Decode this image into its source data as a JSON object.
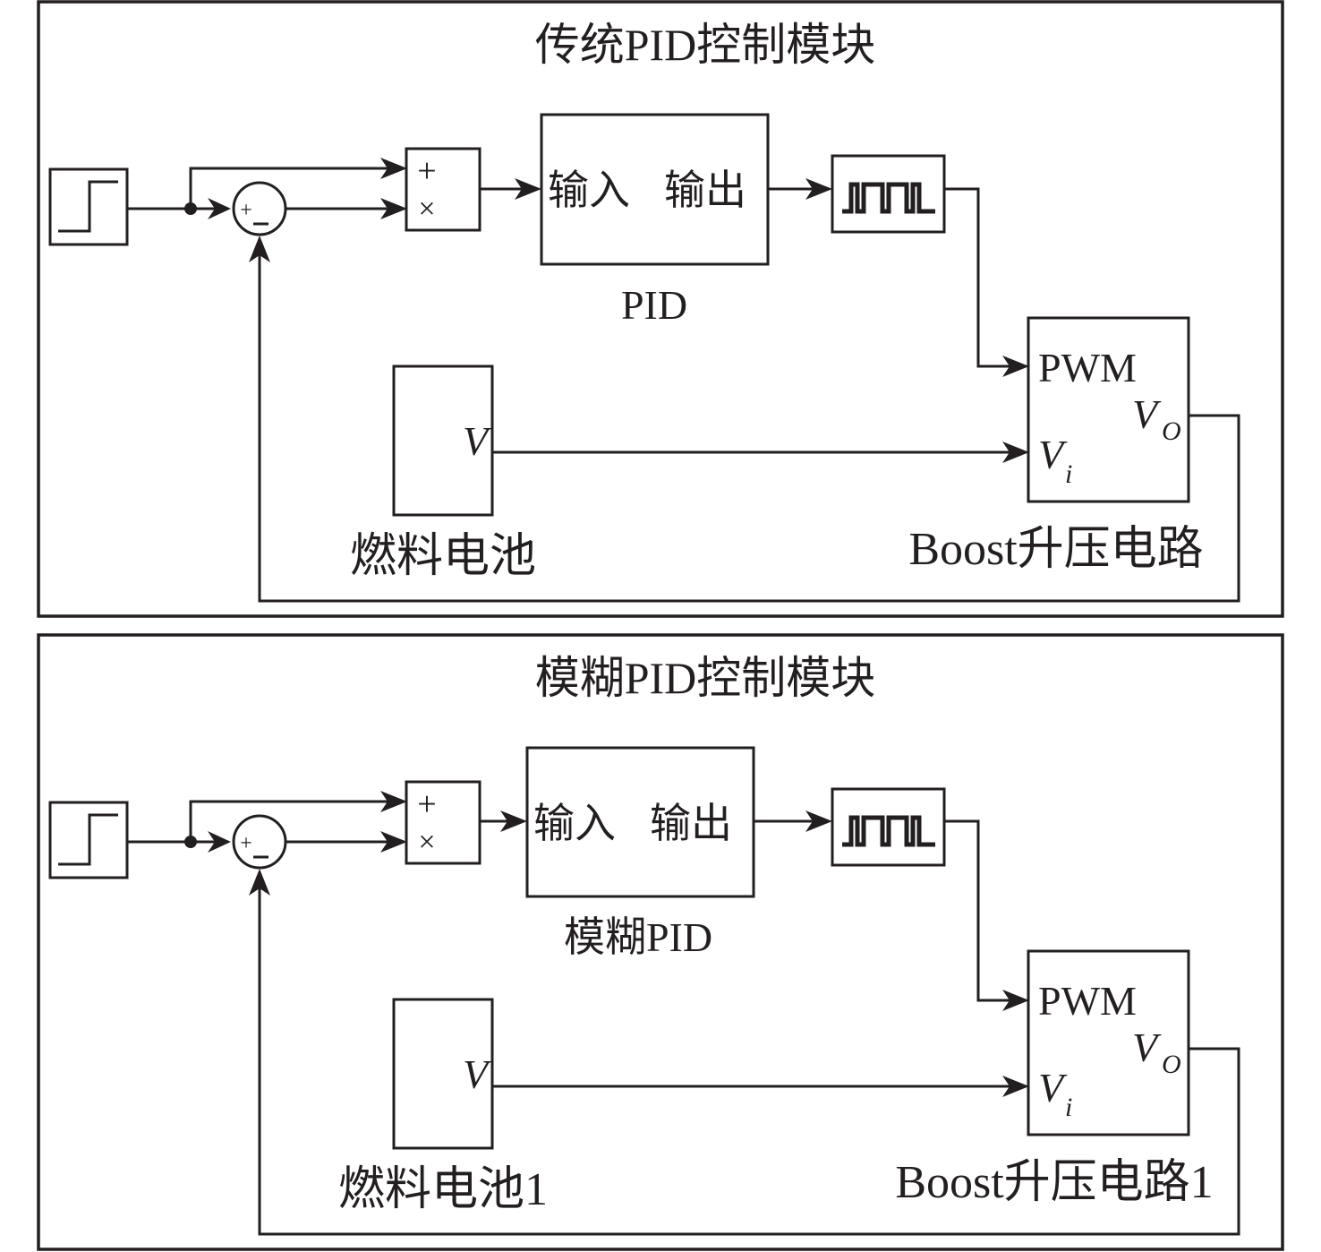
{
  "panels": [
    {
      "id": "traditional",
      "title": "传统PID控制模块",
      "step_block": {
        "icon": "step-icon"
      },
      "sum_block": {
        "plus": "+",
        "minus": "_"
      },
      "product_block": {
        "plus": "+",
        "times": "×"
      },
      "controller": {
        "in_label": "输入",
        "out_label": "输出",
        "caption": "PID"
      },
      "pwm_block": {
        "icon": "pulse-generator-icon"
      },
      "fuel_cell": {
        "port": "V",
        "caption": "燃料电池"
      },
      "boost": {
        "pwm_port": "PWM",
        "vo_port": "V",
        "vo_sub": "O",
        "vi_port": "V",
        "vi_sub": "i",
        "caption": "Boost升压电路"
      }
    },
    {
      "id": "fuzzy",
      "title": "模糊PID控制模块",
      "step_block": {
        "icon": "step-icon"
      },
      "sum_block": {
        "plus": "+",
        "minus": "_"
      },
      "product_block": {
        "plus": "+",
        "times": "×"
      },
      "controller": {
        "in_label": "输入",
        "out_label": "输出",
        "caption": "模糊PID"
      },
      "pwm_block": {
        "icon": "pulse-generator-icon"
      },
      "fuel_cell": {
        "port": "V",
        "caption": "燃料电池1"
      },
      "boost": {
        "pwm_port": "PWM",
        "vo_port": "V",
        "vo_sub": "O",
        "vi_port": "V",
        "vi_sub": "i",
        "caption": "Boost升压电路1"
      }
    }
  ]
}
